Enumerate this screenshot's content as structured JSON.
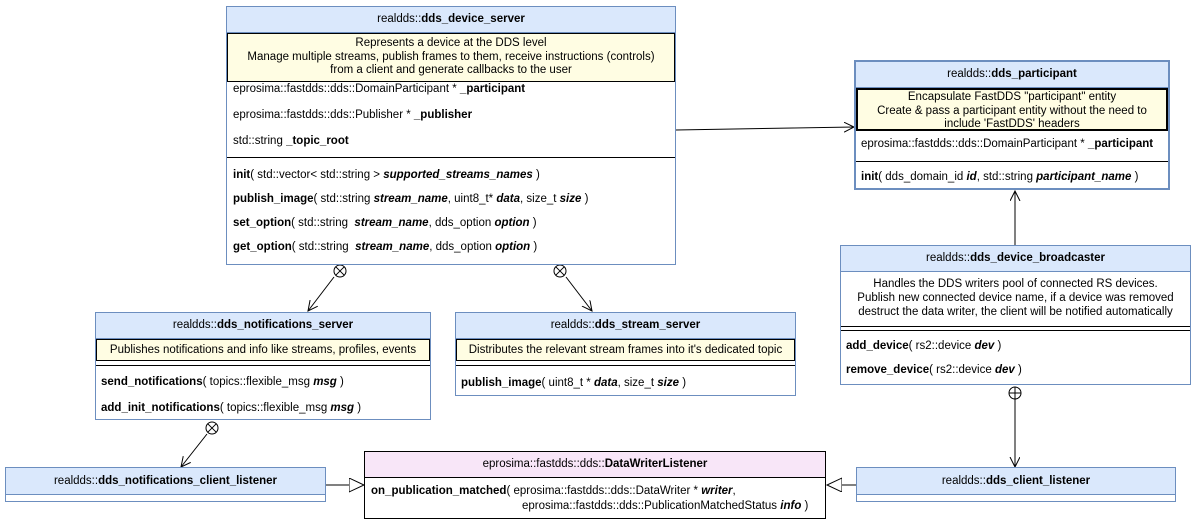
{
  "dds_device_server": {
    "ns": "realdds::",
    "name": "dds_device_server",
    "desc": [
      "Represents a device at the DDS level",
      "Manage multiple streams, publish frames to them, receive instructions (controls)",
      "from a client and generate callbacks to the user"
    ],
    "attrs": [
      {
        "type": "eprosima::fastdds::dds::DomainParticipant * ",
        "name": "_participant"
      },
      {
        "type": "eprosima::fastdds::dds::Publisher * ",
        "name": "_publisher"
      },
      {
        "type": "std::string ",
        "name": "_topic_root"
      }
    ],
    "methods": [
      {
        "name": "init",
        "open": "( std::vector< std::string > ",
        "p1": "supported_streams_names",
        "mid": "",
        "p2": "",
        "mid2": "",
        "p3": "",
        "close": " )"
      },
      {
        "name": "publish_image",
        "open": "( std::string ",
        "p1": "stream_name",
        "mid": ", uint8_t* ",
        "p2": "data",
        "mid2": ", size_t ",
        "p3": "size",
        "close": " )"
      },
      {
        "name": "set_option",
        "open": "( std::string  ",
        "p1": "stream_name",
        "mid": ", dds_option ",
        "p2": "option",
        "mid2": "",
        "p3": "",
        "close": " )"
      },
      {
        "name": "get_option",
        "open": "( std::string  ",
        "p1": "stream_name",
        "mid": ", dds_option ",
        "p2": "option",
        "mid2": "",
        "p3": "",
        "close": " )"
      }
    ]
  },
  "dds_participant": {
    "ns": "realdds::",
    "name": "dds_participant",
    "desc": [
      "Encapsulate FastDDS \"participant\" entity",
      "Create & pass a participant entity without the need to",
      "include 'FastDDS' headers"
    ],
    "attr": {
      "type": "eprosima::fastdds::dds::DomainParticipant * ",
      "name": "_participant"
    },
    "method": {
      "name": "init",
      "open": "( dds_domain_id ",
      "p1": "id",
      "mid": ", std::string ",
      "p2": "participant_name",
      "close": " )"
    }
  },
  "dds_device_broadcaster": {
    "ns": "realdds::",
    "name": "dds_device_broadcaster",
    "desc": [
      "Handles the DDS writers pool of connected RS devices.",
      "Publish new connected device name, if a device was removed",
      "destruct the data writer, the client will be notified automatically"
    ],
    "methods": [
      {
        "name": "add_device",
        "open": "( rs2::device ",
        "p1": "dev",
        "close": " )"
      },
      {
        "name": "remove_device",
        "open": "( rs2::device ",
        "p1": "dev",
        "close": " )"
      }
    ]
  },
  "dds_notifications_server": {
    "ns": "realdds::",
    "name": "dds_notifications_server",
    "desc": [
      "Publishes notifications and info like streams, profiles, events"
    ],
    "methods": [
      {
        "name": "send_notifications",
        "open": "( topics::flexible_msg ",
        "p1": "msg",
        "close": " )"
      },
      {
        "name": "add_init_notifications",
        "open": "( topics::flexible_msg ",
        "p1": "msg",
        "close": " )"
      }
    ]
  },
  "dds_stream_server": {
    "ns": "realdds::",
    "name": "dds_stream_server",
    "desc": [
      "Distributes the relevant stream frames into it's dedicated topic"
    ],
    "method": {
      "name": "publish_image",
      "open": "( uint8_t * ",
      "p1": "data",
      "mid": ", size_t ",
      "p2": "size",
      "close": " )"
    }
  },
  "dds_notifications_client_listener": {
    "ns": "realdds::",
    "name": "dds_notifications_client_listener"
  },
  "data_writer_listener": {
    "ns": "eprosima::fastdds::dds::",
    "name": "DataWriterListener",
    "method": {
      "name": "on_publication_matched",
      "open": "( eprosima::fastdds::dds::DataWriter * ",
      "p1": "writer",
      "line2": "eprosima::fastdds::dds::PublicationMatchedStatus ",
      "p2": "info",
      "close": " )"
    }
  },
  "dds_client_listener": {
    "ns": "realdds::",
    "name": "dds_client_listener"
  },
  "colors": {
    "header": "#dae8fc",
    "header_border": "#6c8ebf",
    "note": "#fffde3",
    "interface_header": "#f8e6f8"
  }
}
